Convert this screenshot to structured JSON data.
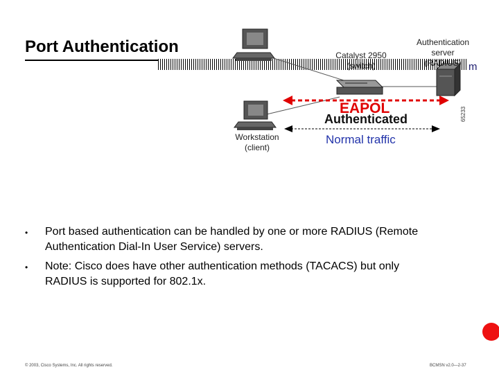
{
  "slide": {
    "title": "Port Authentication"
  },
  "diagram": {
    "switch_label_1": "Catalyst 2950",
    "switch_label_2": "(switch)",
    "server_label_1": "Authentication",
    "server_label_2": "server",
    "server_label_3": "(RADIUS)",
    "workstation_label_1": "Workstation",
    "workstation_label_2": "(client)",
    "eapol_label": "EAPOL",
    "authenticated_label": "Authenticated",
    "normal_traffic_label": "Normal traffic",
    "figure_id": "65233",
    "brand_fragment": "m"
  },
  "bullets": [
    {
      "marker": "•",
      "text_1": "Port based authentication can be handled by one or more RADIUS (Remote",
      "text_2": "Authentication Dial-In User Service) servers."
    },
    {
      "marker": "•",
      "text_1": "Note: Cisco does have other authentication methods (TACACS) but only",
      "text_2": "RADIUS is supported for 802.1x."
    }
  ],
  "footer": {
    "copyright": "© 2003, Cisco Systems, Inc. All rights reserved.",
    "page_ref": "BCMSN v2.0—2-37"
  },
  "colors": {
    "eapol": "#e00000",
    "normal_traffic": "#2233aa",
    "accent_dot": "#ee1111"
  }
}
